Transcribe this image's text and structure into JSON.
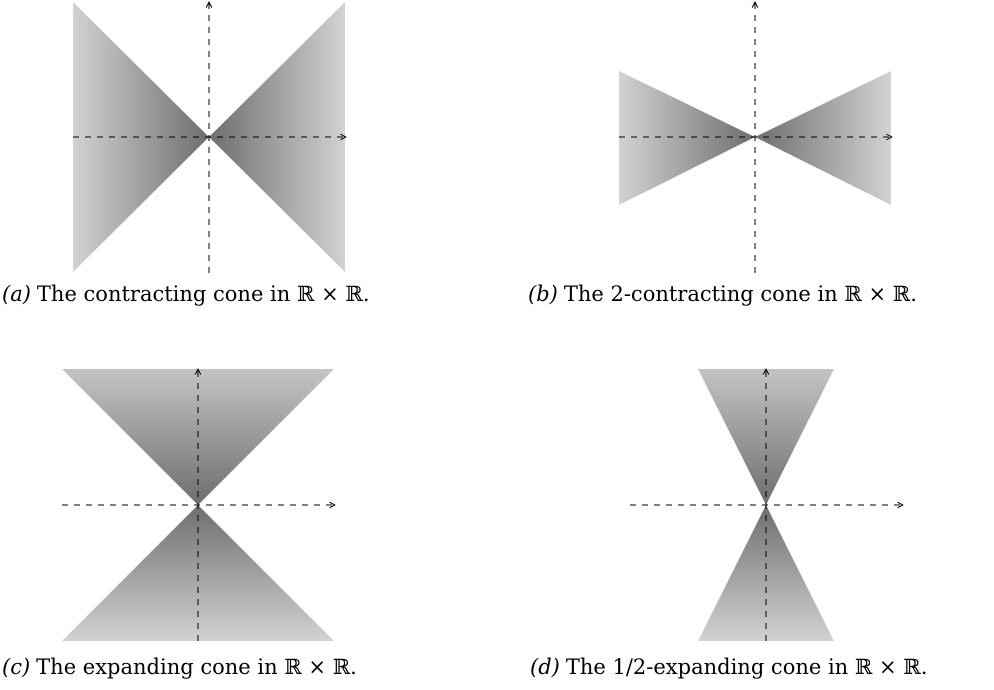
{
  "figures": [
    {
      "id": "a",
      "label": "(a)",
      "caption": "The contracting cone in ℝ × ℝ."
    },
    {
      "id": "b",
      "label": "(b)",
      "caption": "The 2-contracting cone in ℝ × ℝ."
    },
    {
      "id": "c",
      "label": "(c)",
      "caption": "The expanding cone in ℝ × ℝ."
    },
    {
      "id": "d",
      "label": "(d)",
      "caption": "The 1/2-expanding cone in ℝ × ℝ."
    }
  ]
}
